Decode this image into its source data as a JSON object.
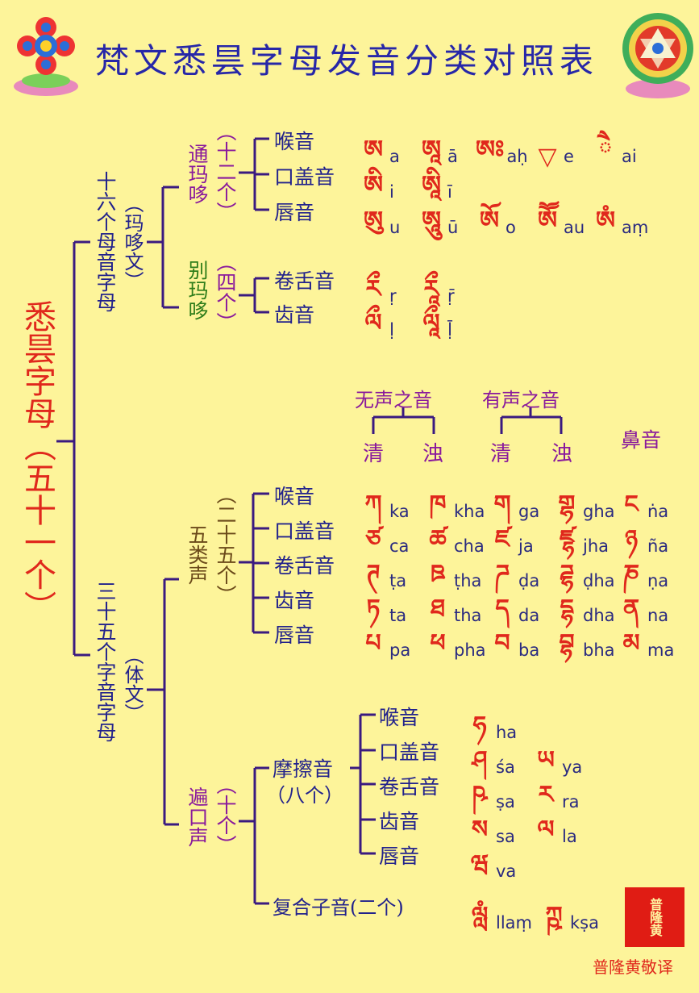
{
  "title": "梵文悉昙字母发音分类对照表",
  "root": {
    "label": "悉昙字母",
    "count": "（五十一个）"
  },
  "vowels": {
    "label": "十六个母音字母",
    "alias": "（玛哆文）",
    "tongmaduo": {
      "label": "通玛哆",
      "count": "（十二个）",
      "rows": [
        {
          "label": "喉音",
          "items": [
            {
              "g": "ཨ",
              "r": "a"
            },
            {
              "g": "ཨཱ",
              "r": "ā"
            },
            {
              "g": "ཨཿ",
              "r": "aḥ"
            },
            {
              "g": "▽",
              "r": "e"
            },
            {
              "g": "ཻ",
              "r": "ai"
            }
          ]
        },
        {
          "label": "口盖音",
          "items": [
            {
              "g": "ཨི",
              "r": "i"
            },
            {
              "g": "ཨཱི",
              "r": "ī"
            }
          ]
        },
        {
          "label": "唇音",
          "items": [
            {
              "g": "ཨུ",
              "r": "u"
            },
            {
              "g": "ཨཱུ",
              "r": "ū"
            },
            {
              "g": "ཨོ",
              "r": "o"
            },
            {
              "g": "ཨཽ",
              "r": "au"
            },
            {
              "g": "ཨཾ",
              "r": "aṃ"
            }
          ]
        }
      ]
    },
    "biemaduo": {
      "label": "别玛哆",
      "count": "（四个）",
      "rows": [
        {
          "label": "卷舌音",
          "items": [
            {
              "g": "རྀ",
              "r": "ṛ"
            },
            {
              "g": "རཱྀ",
              "r": "ṝ"
            }
          ]
        },
        {
          "label": "齿音",
          "items": [
            {
              "g": "ལྀ",
              "r": "ḷ"
            },
            {
              "g": "ལཱྀ",
              "r": "ḹ"
            }
          ]
        }
      ]
    }
  },
  "consonants": {
    "label": "三十五个字音字母",
    "alias": "（体文）",
    "header": {
      "voiceless": "无声之音",
      "voiced": "有声之音",
      "qing1": "清",
      "zhuo1": "浊",
      "qing2": "清",
      "zhuo2": "浊",
      "nasal": "鼻音"
    },
    "wulei": {
      "label": "五类声",
      "count": "（二十五个）",
      "rows": [
        {
          "label": "喉音",
          "items": [
            {
              "g": "ཀ",
              "r": "ka"
            },
            {
              "g": "ཁ",
              "r": "kha"
            },
            {
              "g": "ག",
              "r": "ga"
            },
            {
              "g": "གྷ",
              "r": "gha"
            },
            {
              "g": "ང",
              "r": "ṅa"
            }
          ]
        },
        {
          "label": "口盖音",
          "items": [
            {
              "g": "ཙ",
              "r": "ca"
            },
            {
              "g": "ཚ",
              "r": "cha"
            },
            {
              "g": "ཛ",
              "r": "ja"
            },
            {
              "g": "ཛྷ",
              "r": "jha"
            },
            {
              "g": "ཉ",
              "r": "ña"
            }
          ]
        },
        {
          "label": "卷舌音",
          "items": [
            {
              "g": "ཊ",
              "r": "ṭa"
            },
            {
              "g": "ཋ",
              "r": "ṭha"
            },
            {
              "g": "ཌ",
              "r": "ḍa"
            },
            {
              "g": "ཌྷ",
              "r": "ḍha"
            },
            {
              "g": "ཎ",
              "r": "ṇa"
            }
          ]
        },
        {
          "label": "齿音",
          "items": [
            {
              "g": "ཏ",
              "r": "ta"
            },
            {
              "g": "ཐ",
              "r": "tha"
            },
            {
              "g": "ད",
              "r": "da"
            },
            {
              "g": "དྷ",
              "r": "dha"
            },
            {
              "g": "ན",
              "r": "na"
            }
          ]
        },
        {
          "label": "唇音",
          "items": [
            {
              "g": "པ",
              "r": "pa"
            },
            {
              "g": "ཕ",
              "r": "pha"
            },
            {
              "g": "བ",
              "r": "ba"
            },
            {
              "g": "བྷ",
              "r": "bha"
            },
            {
              "g": "མ",
              "r": "ma"
            }
          ]
        }
      ]
    },
    "biankou": {
      "label": "遍口声",
      "count": "（十个）",
      "fricative": {
        "label": "摩擦音",
        "count": "（八个）",
        "rows": [
          {
            "label": "喉音",
            "items": [
              {
                "g": "ཧ",
                "r": "ha"
              }
            ]
          },
          {
            "label": "口盖音",
            "items": [
              {
                "g": "ཤ",
                "r": "śa"
              },
              {
                "g": "ཡ",
                "r": "ya"
              }
            ]
          },
          {
            "label": "卷舌音",
            "items": [
              {
                "g": "ཥ",
                "r": "ṣa"
              },
              {
                "g": "ར",
                "r": "ra"
              }
            ]
          },
          {
            "label": "齿音",
            "items": [
              {
                "g": "ས",
                "r": "sa"
              },
              {
                "g": "ལ",
                "r": "la"
              }
            ]
          },
          {
            "label": "唇音",
            "items": [
              {
                "g": "ཝ",
                "r": "va"
              }
            ]
          }
        ]
      },
      "compound": {
        "label": "复合子音(二个)",
        "items": [
          {
            "g": "ལླཾ",
            "r": "llaṃ"
          },
          {
            "g": "ཀྵ",
            "r": "kṣa"
          }
        ]
      }
    }
  },
  "credit": "普隆黄敬译",
  "seal_text": "普隆黄",
  "icons": {
    "left_emblem": "lotus-vajra-emblem",
    "right_emblem": "mandala-emblem"
  },
  "colors": {
    "background": "#fdf49a",
    "line": "#3a1a80",
    "glyph": "#e0281c"
  }
}
